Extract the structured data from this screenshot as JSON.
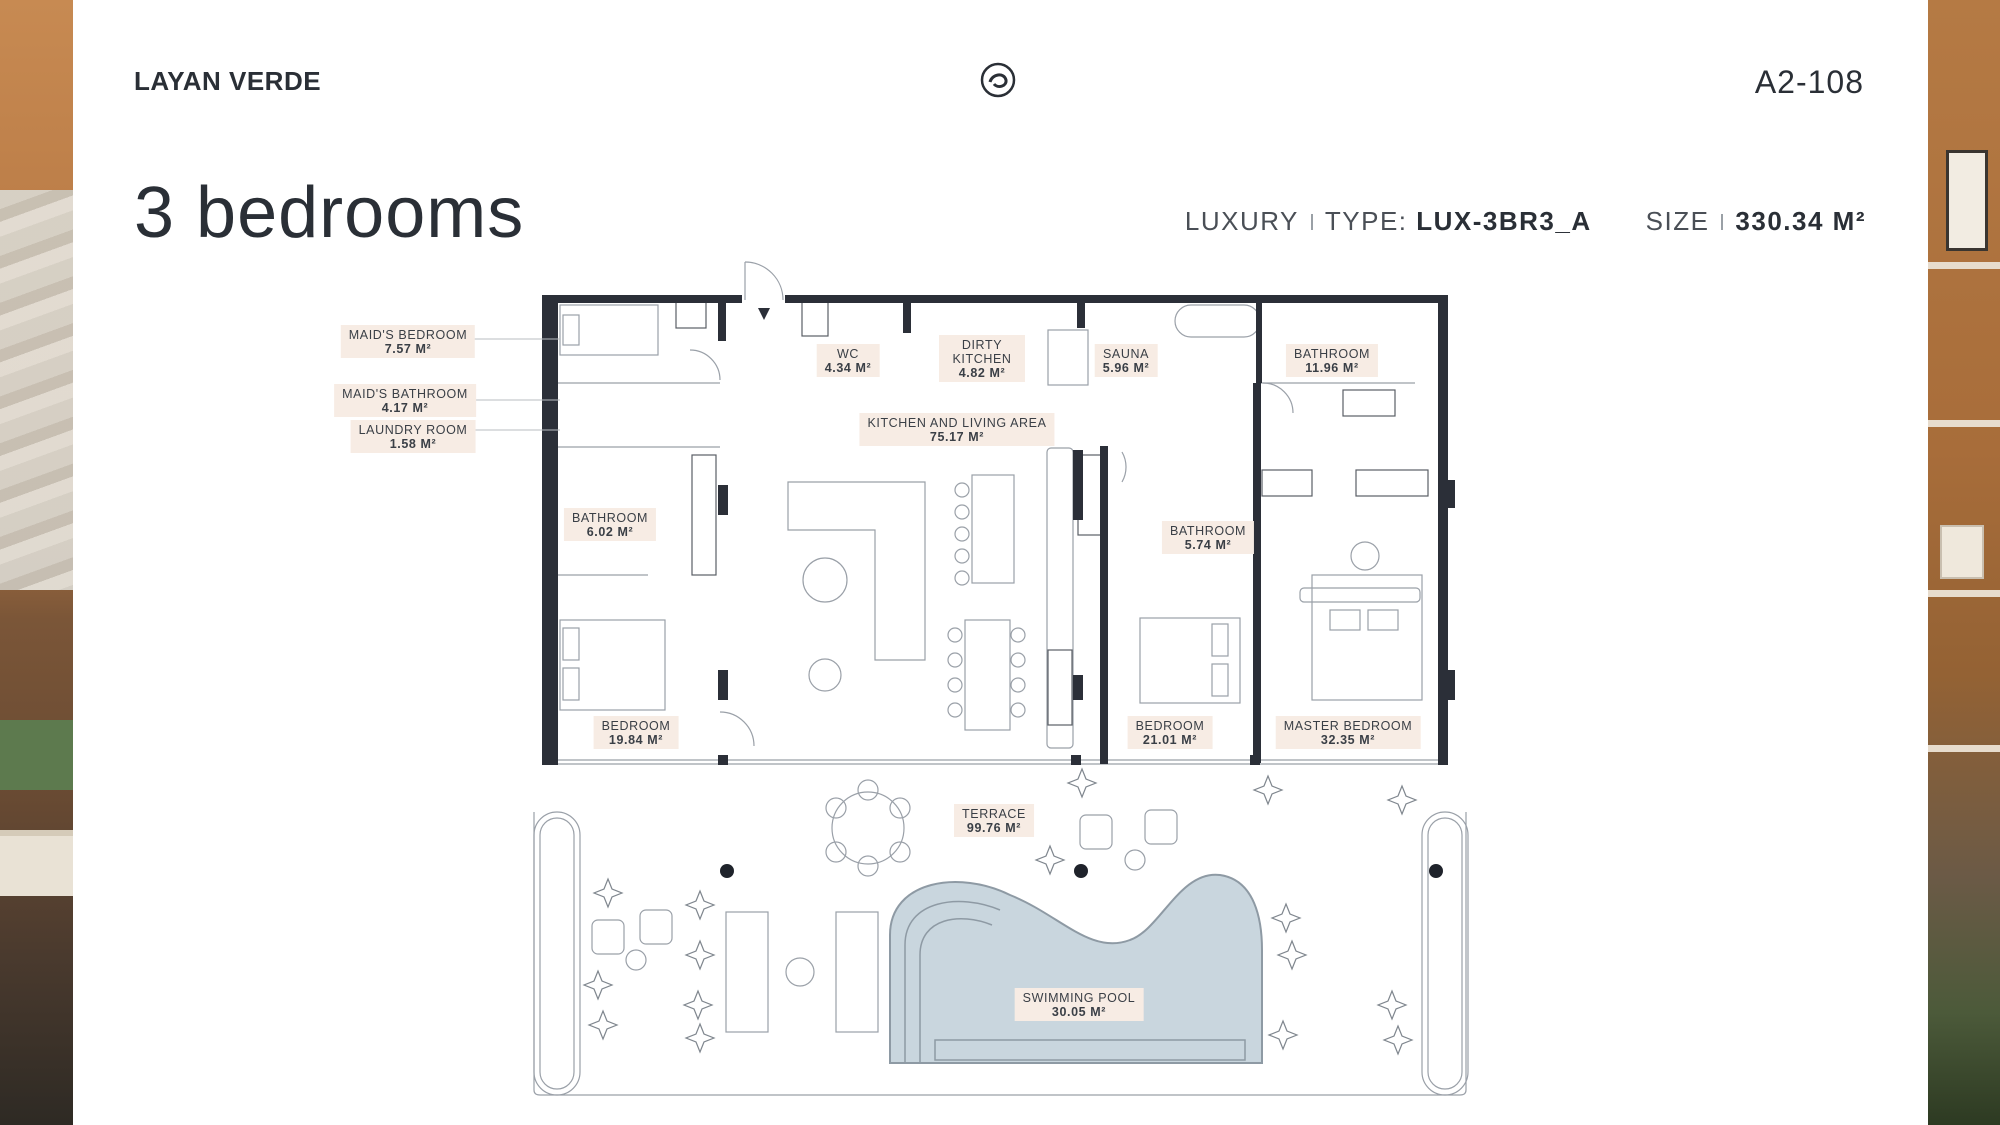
{
  "header": {
    "brand": "LAYAN VERDE",
    "unit_code": "A2-108",
    "logo_icon": "circle-swirl-logo-icon"
  },
  "title": "3 bedrooms",
  "specs": {
    "category": "LUXURY",
    "type_label": "TYPE:",
    "type_value": "LUX-3BR3_A",
    "size_label": "SIZE",
    "size_value": "330.34 M²"
  },
  "rooms": [
    {
      "name": "MAID'S BEDROOM",
      "area": "7.57 M²"
    },
    {
      "name": "MAID'S BATHROOM",
      "area": "4.17 M²"
    },
    {
      "name": "LAUNDRY ROOM",
      "area": "1.58 M²"
    },
    {
      "name": "WC",
      "area": "4.34 M²"
    },
    {
      "name": "DIRTY KITCHEN",
      "area": "4.82 M²"
    },
    {
      "name": "SAUNA",
      "area": "5.96 M²"
    },
    {
      "name": "BATHROOM",
      "area": "11.96 M²"
    },
    {
      "name": "KITCHEN AND LIVING AREA",
      "area": "75.17 M²"
    },
    {
      "name": "BATHROOM",
      "area": "6.02 M²"
    },
    {
      "name": "BATHROOM",
      "area": "5.74 M²"
    },
    {
      "name": "BEDROOM",
      "area": "19.84 M²"
    },
    {
      "name": "BEDROOM",
      "area": "21.01 M²"
    },
    {
      "name": "MASTER BEDROOM",
      "area": "32.35 M²"
    },
    {
      "name": "TERRACE",
      "area": "99.76 M²"
    },
    {
      "name": "SWIMMING POOL",
      "area": "30.05 M²"
    }
  ],
  "colors": {
    "wall": "#2b2f38",
    "label_bg": "#f7ece4",
    "pool": "#c9d6de",
    "text": "#2a2f36"
  }
}
